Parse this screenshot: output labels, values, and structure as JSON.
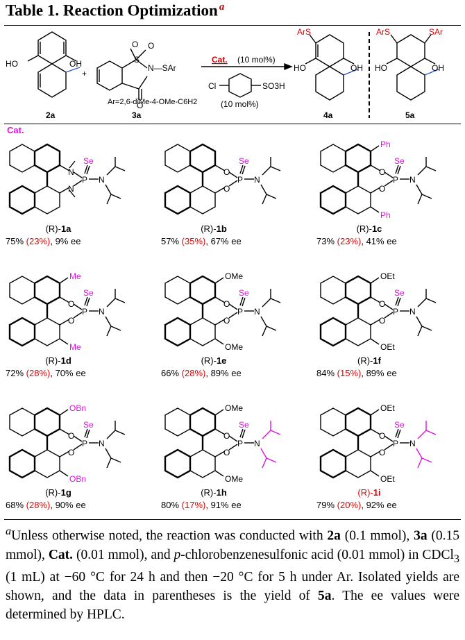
{
  "title": {
    "text": "Table 1. Reaction Optimization",
    "mark": "a"
  },
  "scheme": {
    "reactant1_label": "2a",
    "reactant2_label": "3a",
    "ar_def": "Ar=2,6-diMe-4-OMe-C6H2",
    "arrow_top": "Cat.",
    "arrow_top_loading": "(10 mol%)",
    "additive_loading": "(10 mol%)",
    "product1_label": "4a",
    "product2_label": "5a",
    "groups": {
      "oh": "OH",
      "ho": "HO",
      "ars": "ArS",
      "sar": "SAr",
      "cl": "Cl",
      "so3h": "SO3H",
      "sar_n": "N—SAr",
      "o": "O",
      "s": "S",
      "plus": "+"
    }
  },
  "catalyst_header": "Cat.",
  "catalysts": [
    {
      "prefix": "(R)-",
      "id": "1a",
      "yield": "75%",
      "bis": "(23%)",
      "ee": "9% ee",
      "subst": "NMe",
      "amine": "iPr",
      "r": ""
    },
    {
      "prefix": "(R)-",
      "id": "1b",
      "yield": "57%",
      "bis": "(35%)",
      "ee": "67% ee",
      "subst": "O",
      "amine": "iPr",
      "r": ""
    },
    {
      "prefix": "(R)-",
      "id": "1c",
      "yield": "73%",
      "bis": "(23%)",
      "ee": "41% ee",
      "subst": "O",
      "amine": "iPr",
      "r": "Ph"
    },
    {
      "prefix": "(R)-",
      "id": "1d",
      "yield": "72%",
      "bis": "(28%)",
      "ee": "70% ee",
      "subst": "O",
      "amine": "iPr",
      "r": "Me"
    },
    {
      "prefix": "(R)-",
      "id": "1e",
      "yield": "66%",
      "bis": "(28%)",
      "ee": "89% ee",
      "subst": "O",
      "amine": "iPr",
      "r": "OMe"
    },
    {
      "prefix": "(R)-",
      "id": "1f",
      "yield": "84%",
      "bis": "(15%)",
      "ee": "89% ee",
      "subst": "O",
      "amine": "iPr",
      "r": "OEt"
    },
    {
      "prefix": "(R)-",
      "id": "1g",
      "yield": "68%",
      "bis": "(28%)",
      "ee": "90% ee",
      "subst": "O",
      "amine": "iPr",
      "r": "OBn"
    },
    {
      "prefix": "(R)-",
      "id": "1h",
      "yield": "80%",
      "bis": "(17%)",
      "ee": "91% ee",
      "subst": "O",
      "amine": "sBu",
      "r": "OMe"
    },
    {
      "prefix": "(R)-",
      "id": "1i",
      "yield": "79%",
      "bis": "(20%)",
      "ee": "92% ee",
      "subst": "O",
      "amine": "sBu",
      "r": "OEt"
    }
  ],
  "footnote": {
    "mark": "a",
    "t1": "Unless otherwise noted, the reaction was conducted with ",
    "b1": "2a",
    "t2": " (0.1 mmol), ",
    "b2": "3a",
    "t3": " (0.15 mmol), ",
    "b3": "Cat.",
    "t4": " (0.01 mmol), and ",
    "i1": "p",
    "t5": "-chlorobenzenesulfonic acid (0.01 mmol) in CDCl",
    "sub1": "3",
    "t6": " (1 mL) at −60 °C for 24 h and then −20 °C for 5 h under Ar. Isolated yields are shown, and the data in parentheses is the yield of ",
    "b4": "5a",
    "t7": ". The ee values were determined by HPLC."
  },
  "colors": {
    "magenta": "#e010e0",
    "red": "#e00000",
    "blue": "#3355cc"
  }
}
